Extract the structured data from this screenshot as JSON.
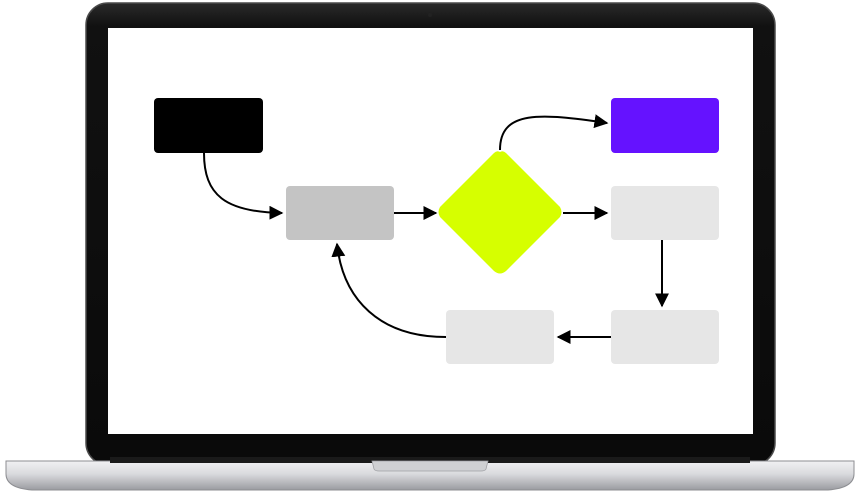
{
  "colors": {
    "bezel": "#0d0d0d",
    "bezel_edge": "#3a3a3a",
    "screen": "#ffffff",
    "start_node": "#000000",
    "process_node": "#c4c4c4",
    "decision_node": "#d6ff00",
    "outcome_node": "#6512ff",
    "pending_node": "#e6e6e6",
    "connector": "#000000",
    "base_light": "#f1f1f3",
    "base_dark": "#9a9ba0"
  },
  "diagram": {
    "nodes": [
      {
        "id": "start",
        "shape": "rect",
        "role": "start",
        "color_key": "start_node"
      },
      {
        "id": "process",
        "shape": "rect",
        "role": "process",
        "color_key": "process_node"
      },
      {
        "id": "decision",
        "shape": "diamond",
        "role": "decision",
        "color_key": "decision_node"
      },
      {
        "id": "outcome",
        "shape": "rect",
        "role": "outcome",
        "color_key": "outcome_node"
      },
      {
        "id": "step-a",
        "shape": "rect",
        "role": "step",
        "color_key": "pending_node"
      },
      {
        "id": "step-b",
        "shape": "rect",
        "role": "step",
        "color_key": "pending_node"
      },
      {
        "id": "step-c",
        "shape": "rect",
        "role": "step",
        "color_key": "pending_node"
      }
    ],
    "edges": [
      {
        "from": "start",
        "to": "process"
      },
      {
        "from": "process",
        "to": "decision"
      },
      {
        "from": "decision",
        "to": "outcome"
      },
      {
        "from": "decision",
        "to": "step-a"
      },
      {
        "from": "step-a",
        "to": "step-b"
      },
      {
        "from": "step-b",
        "to": "step-c"
      },
      {
        "from": "step-c",
        "to": "process"
      }
    ]
  }
}
